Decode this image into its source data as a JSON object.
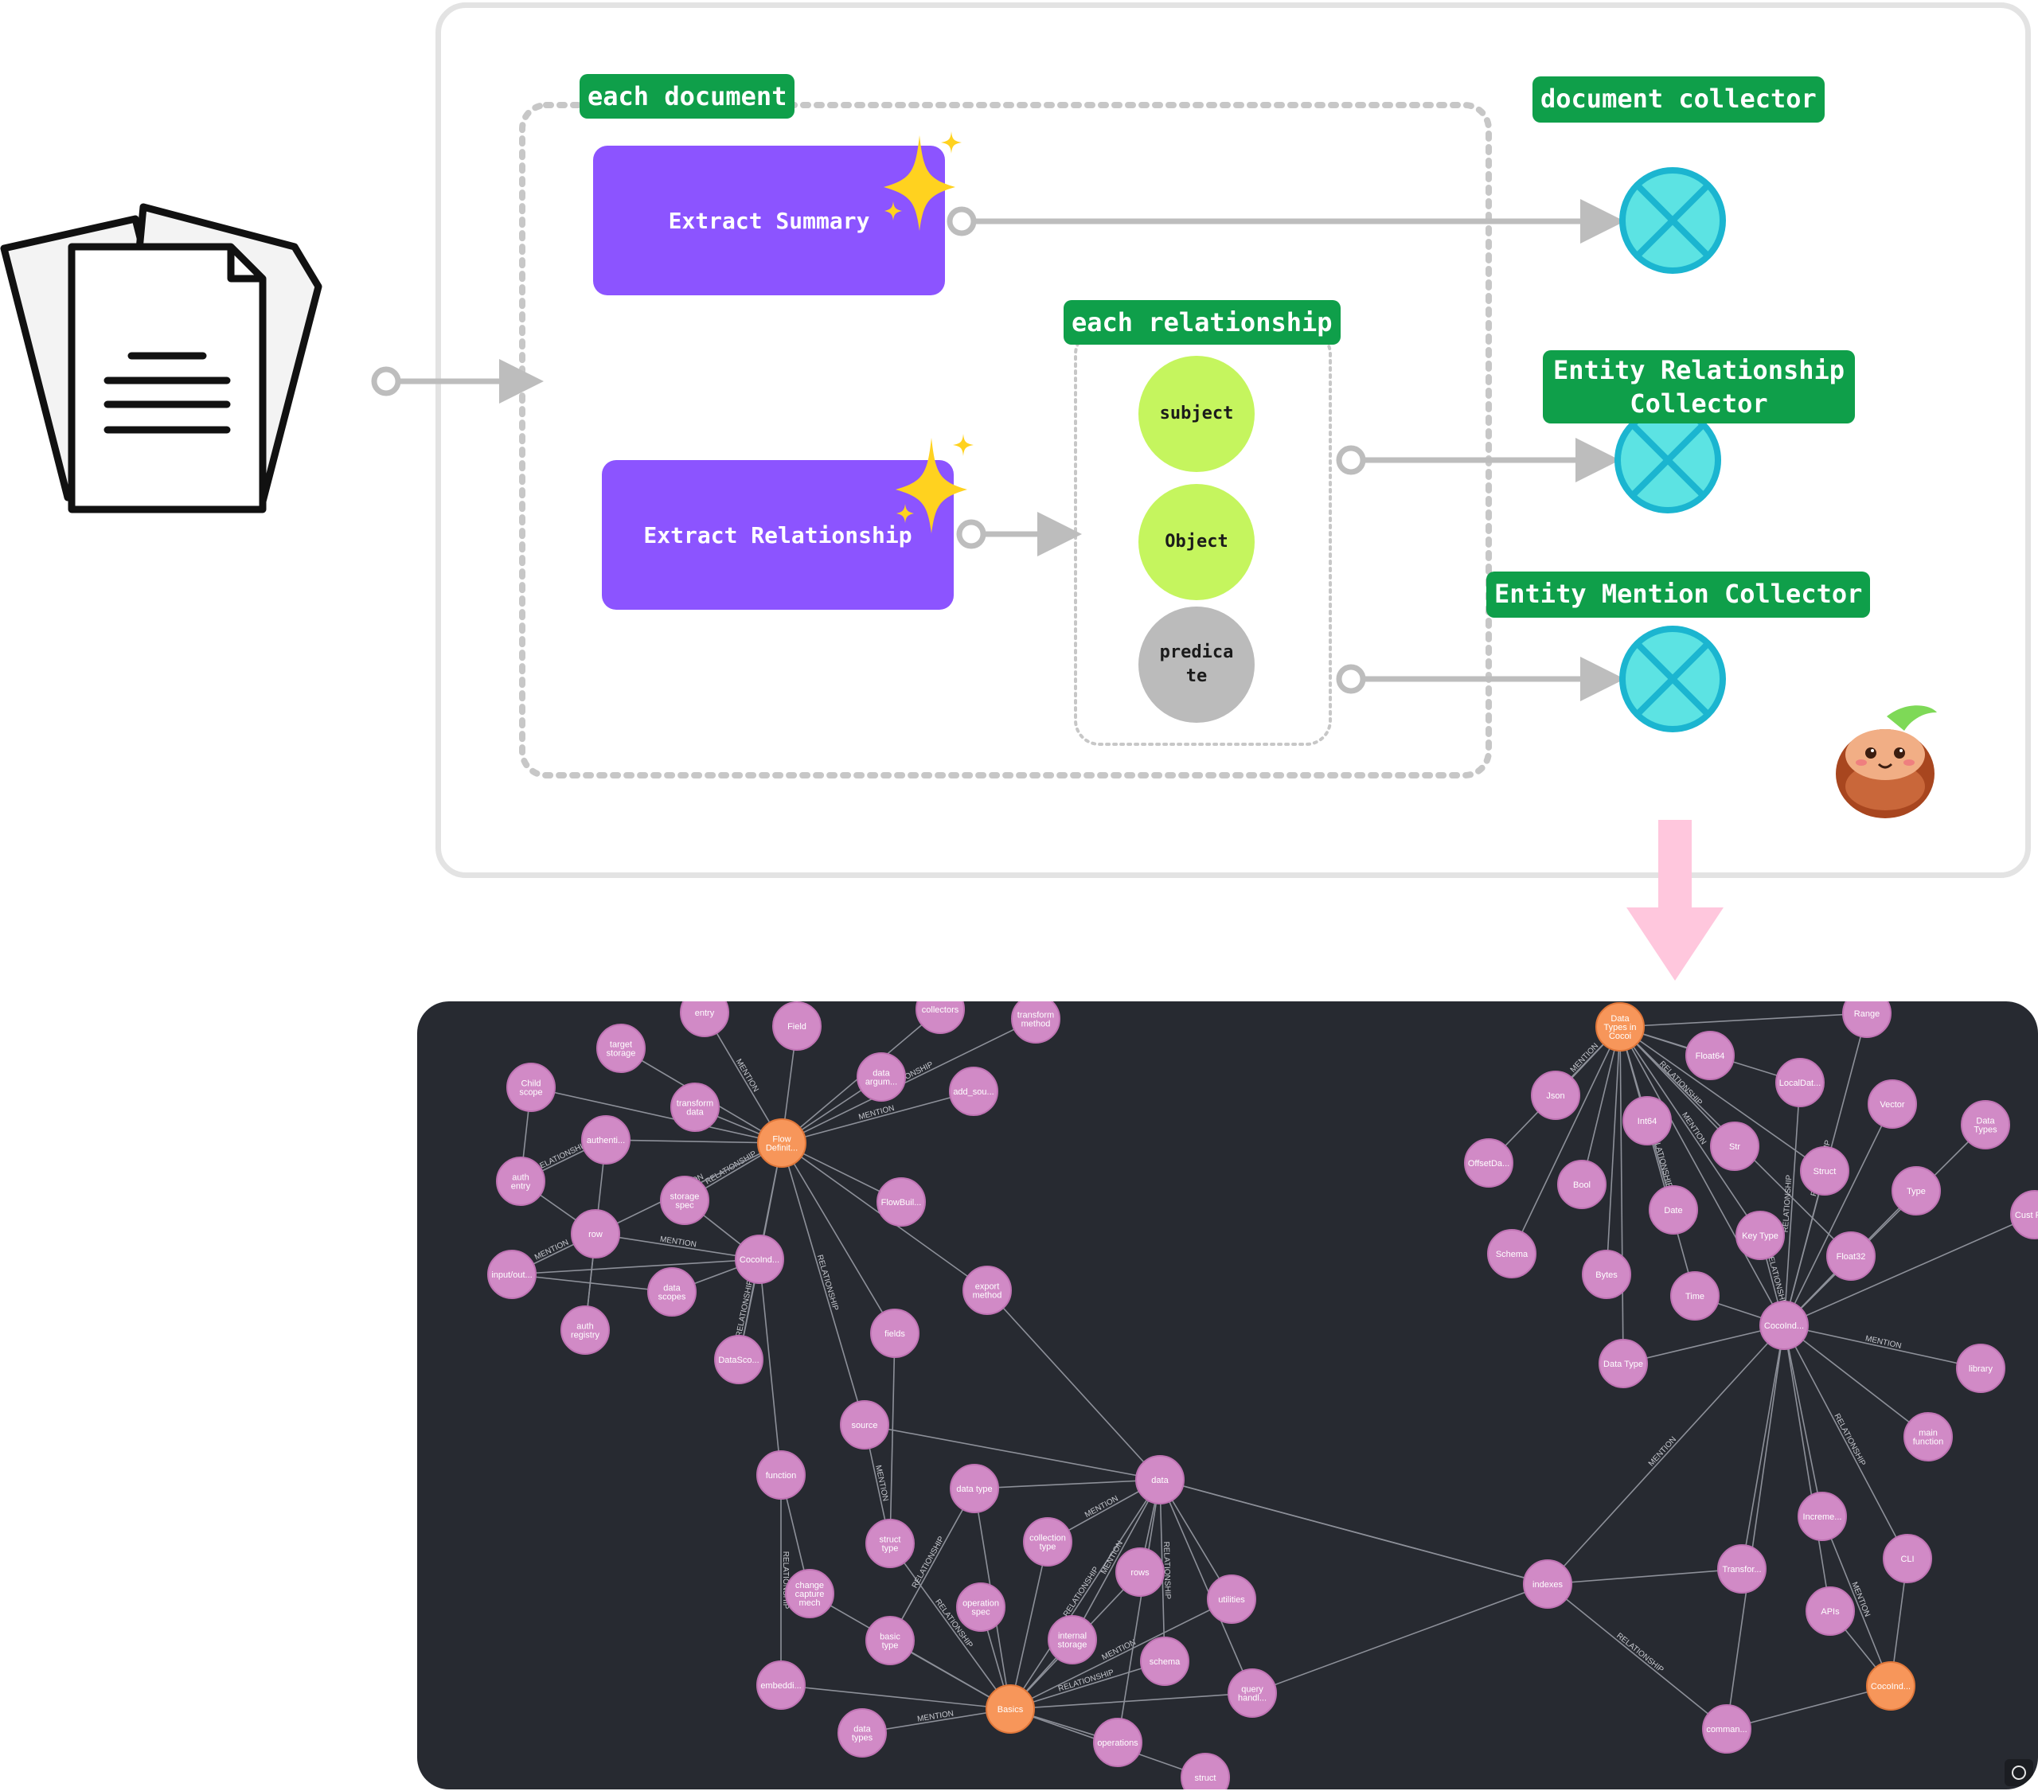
{
  "diagram": {
    "labels": {
      "each_document": "each document",
      "document_collector": "document collector",
      "each_relationship": "each relationship",
      "entity_relationship_collector": "Entity Relationship Collector",
      "entity_mention_collector": "Entity Mention Collector"
    },
    "boxes": {
      "extract_summary": "Extract Summary",
      "extract_relationship": "Extract Relationship"
    },
    "fields": {
      "subject": "subject",
      "object": "Object",
      "predicate": "predicate"
    },
    "colors": {
      "tag_green": "#0f9f4a",
      "box_purple": "#8c54ff",
      "field_green": "#c5f55e",
      "field_gray": "#bbbbbb",
      "collector_cyan": "#5ce3e3",
      "arrow_gray": "#bdbdbd",
      "flow_pink": "#ffc7dd",
      "sparkle_yellow": "#ffd21f"
    },
    "icons": [
      "documents-icon",
      "sparkle-icon",
      "collector-icon",
      "coconut-mascot-icon"
    ]
  },
  "graph": {
    "colors": {
      "background": "#272a31",
      "entity_node": "#d18ac6",
      "hub_node": "#f7965a",
      "edge": "#8d9099"
    },
    "edge_labels": [
      "MENTION",
      "RELATIONSHIP"
    ],
    "hub_nodes": [
      {
        "id": "flow_def",
        "label": "Flow Definit..."
      },
      {
        "id": "basics",
        "label": "Basics"
      },
      {
        "id": "data_types_in_cocoi",
        "label": "Data Types in Cocoi"
      },
      {
        "id": "cocoind_hub",
        "label": "CocoInd..."
      }
    ],
    "nodes": [
      {
        "id": "entry",
        "label": "entry"
      },
      {
        "id": "field",
        "label": "Field"
      },
      {
        "id": "collectors",
        "label": "collectors"
      },
      {
        "id": "transform_method",
        "label": "transform method"
      },
      {
        "id": "target_storage",
        "label": "target storage"
      },
      {
        "id": "child_scope",
        "label": "Child scope"
      },
      {
        "id": "data_argum",
        "label": "data argum..."
      },
      {
        "id": "add_sou",
        "label": "add_sou..."
      },
      {
        "id": "transform_data",
        "label": "transform data"
      },
      {
        "id": "authenti",
        "label": "authenti..."
      },
      {
        "id": "auth_entry",
        "label": "auth entry"
      },
      {
        "id": "storage_spec",
        "label": "storage spec"
      },
      {
        "id": "flowbuil",
        "label": "FlowBuil..."
      },
      {
        "id": "row",
        "label": "row"
      },
      {
        "id": "cocoind_a",
        "label": "CocoInd..."
      },
      {
        "id": "input_out",
        "label": "input/out..."
      },
      {
        "id": "data_scopes",
        "label": "data scopes"
      },
      {
        "id": "export_method",
        "label": "export method"
      },
      {
        "id": "auth_registry",
        "label": "auth registry"
      },
      {
        "id": "fields",
        "label": "fields"
      },
      {
        "id": "datasco",
        "label": "DataSco..."
      },
      {
        "id": "source",
        "label": "source"
      },
      {
        "id": "function",
        "label": "function"
      },
      {
        "id": "data_type",
        "label": "data type"
      },
      {
        "id": "data",
        "label": "data"
      },
      {
        "id": "collection_type",
        "label": "collection type"
      },
      {
        "id": "struct_type",
        "label": "struct type"
      },
      {
        "id": "rows",
        "label": "rows"
      },
      {
        "id": "change_capture",
        "label": "change capture mech"
      },
      {
        "id": "operation_spec",
        "label": "operation spec"
      },
      {
        "id": "utilities",
        "label": "utilities"
      },
      {
        "id": "internal_storage",
        "label": "internal storage"
      },
      {
        "id": "basic_type",
        "label": "basic type"
      },
      {
        "id": "schema",
        "label": "schema"
      },
      {
        "id": "embeddi",
        "label": "embeddi..."
      },
      {
        "id": "query_handl",
        "label": "query handl..."
      },
      {
        "id": "data_types",
        "label": "data types"
      },
      {
        "id": "operations",
        "label": "operations"
      },
      {
        "id": "struct",
        "label": "struct"
      },
      {
        "id": "indexes",
        "label": "indexes"
      },
      {
        "id": "range",
        "label": "Range"
      },
      {
        "id": "float64",
        "label": "Float64"
      },
      {
        "id": "localdat",
        "label": "LocalDat..."
      },
      {
        "id": "json",
        "label": "Json"
      },
      {
        "id": "vector",
        "label": "Vector"
      },
      {
        "id": "int64",
        "label": "Int64"
      },
      {
        "id": "data_types_cap",
        "label": "Data Types"
      },
      {
        "id": "offsetda",
        "label": "OffsetDa..."
      },
      {
        "id": "str",
        "label": "Str"
      },
      {
        "id": "struct_cap",
        "label": "Struct"
      },
      {
        "id": "bool",
        "label": "Bool"
      },
      {
        "id": "type",
        "label": "Type"
      },
      {
        "id": "cust_func",
        "label": "Cust Func"
      },
      {
        "id": "date",
        "label": "Date"
      },
      {
        "id": "key_type",
        "label": "Key Type"
      },
      {
        "id": "schema_cap",
        "label": "Schema"
      },
      {
        "id": "float32",
        "label": "Float32"
      },
      {
        "id": "bytes",
        "label": "Bytes"
      },
      {
        "id": "time",
        "label": "Time"
      },
      {
        "id": "cocoind_b",
        "label": "CocoInd..."
      },
      {
        "id": "data_type_cap",
        "label": "Data Type"
      },
      {
        "id": "library",
        "label": "library"
      },
      {
        "id": "main_function",
        "label": "main function"
      },
      {
        "id": "increme",
        "label": "Increme..."
      },
      {
        "id": "cli",
        "label": "CLI"
      },
      {
        "id": "transfor",
        "label": "Transfor..."
      },
      {
        "id": "apis",
        "label": "APIs"
      },
      {
        "id": "comman",
        "label": "comman..."
      }
    ],
    "edges": [
      [
        "flow_def",
        "entry"
      ],
      [
        "flow_def",
        "field"
      ],
      [
        "flow_def",
        "collectors"
      ],
      [
        "flow_def",
        "transform_method"
      ],
      [
        "flow_def",
        "target_storage"
      ],
      [
        "flow_def",
        "data_argum"
      ],
      [
        "flow_def",
        "add_sou"
      ],
      [
        "flow_def",
        "transform_data"
      ],
      [
        "flow_def",
        "authenti"
      ],
      [
        "flow_def",
        "storage_spec"
      ],
      [
        "flow_def",
        "flowbuil"
      ],
      [
        "flow_def",
        "cocoind_a"
      ],
      [
        "flow_def",
        "row"
      ],
      [
        "flow_def",
        "export_method"
      ],
      [
        "flow_def",
        "fields"
      ],
      [
        "flow_def",
        "source"
      ],
      [
        "flow_def",
        "datasco"
      ],
      [
        "flow_def",
        "child_scope"
      ],
      [
        "cocoind_a",
        "row"
      ],
      [
        "cocoind_a",
        "input_out"
      ],
      [
        "cocoind_a",
        "data_scopes"
      ],
      [
        "cocoind_a",
        "datasco"
      ],
      [
        "cocoind_a",
        "storage_spec"
      ],
      [
        "cocoind_a",
        "function"
      ],
      [
        "row",
        "input_out"
      ],
      [
        "row",
        "auth_entry"
      ],
      [
        "row",
        "auth_registry"
      ],
      [
        "auth_entry",
        "authenti"
      ],
      [
        "child_scope",
        "auth_entry"
      ],
      [
        "input_out",
        "data_scopes"
      ],
      [
        "auth_registry",
        "authenti"
      ],
      [
        "export_method",
        "data"
      ],
      [
        "source",
        "data"
      ],
      [
        "function",
        "embeddi"
      ],
      [
        "function",
        "change_capture"
      ],
      [
        "fields",
        "struct_type"
      ],
      [
        "source",
        "struct_type"
      ],
      [
        "basics",
        "data_type"
      ],
      [
        "basics",
        "collection_type"
      ],
      [
        "basics",
        "struct_type"
      ],
      [
        "basics",
        "rows"
      ],
      [
        "basics",
        "operation_spec"
      ],
      [
        "basics",
        "utilities"
      ],
      [
        "basics",
        "internal_storage"
      ],
      [
        "basics",
        "basic_type"
      ],
      [
        "basics",
        "schema"
      ],
      [
        "basics",
        "embeddi"
      ],
      [
        "basics",
        "query_handl"
      ],
      [
        "basics",
        "data_types"
      ],
      [
        "basics",
        "operations"
      ],
      [
        "basics",
        "struct"
      ],
      [
        "basics",
        "data"
      ],
      [
        "basics",
        "change_capture"
      ],
      [
        "data",
        "data_type"
      ],
      [
        "data",
        "collection_type"
      ],
      [
        "data",
        "rows"
      ],
      [
        "data",
        "utilities"
      ],
      [
        "data",
        "schema"
      ],
      [
        "data",
        "query_handl"
      ],
      [
        "data",
        "operations"
      ],
      [
        "data",
        "internal_storage"
      ],
      [
        "data",
        "indexes"
      ],
      [
        "query_handl",
        "indexes"
      ],
      [
        "data_type",
        "basic_type"
      ],
      [
        "data_types_in_cocoi",
        "range"
      ],
      [
        "data_types_in_cocoi",
        "float64"
      ],
      [
        "data_types_in_cocoi",
        "json"
      ],
      [
        "data_types_in_cocoi",
        "int64"
      ],
      [
        "data_types_in_cocoi",
        "offsetda"
      ],
      [
        "data_types_in_cocoi",
        "str"
      ],
      [
        "data_types_in_cocoi",
        "bool"
      ],
      [
        "data_types_in_cocoi",
        "date"
      ],
      [
        "data_types_in_cocoi",
        "key_type"
      ],
      [
        "data_types_in_cocoi",
        "schema_cap"
      ],
      [
        "data_types_in_cocoi",
        "bytes"
      ],
      [
        "data_types_in_cocoi",
        "time"
      ],
      [
        "data_types_in_cocoi",
        "localdat"
      ],
      [
        "data_types_in_cocoi",
        "struct_cap"
      ],
      [
        "data_types_in_cocoi",
        "float32"
      ],
      [
        "data_types_in_cocoi",
        "data_type_cap"
      ],
      [
        "data_types_in_cocoi",
        "cocoind_b"
      ],
      [
        "cocoind_b",
        "localdat"
      ],
      [
        "cocoind_b",
        "vector"
      ],
      [
        "cocoind_b",
        "data_types_cap"
      ],
      [
        "cocoind_b",
        "type"
      ],
      [
        "cocoind_b",
        "struct_cap"
      ],
      [
        "cocoind_b",
        "float32"
      ],
      [
        "cocoind_b",
        "key_type"
      ],
      [
        "cocoind_b",
        "time"
      ],
      [
        "cocoind_b",
        "data_type_cap"
      ],
      [
        "cocoind_b",
        "library"
      ],
      [
        "cocoind_b",
        "main_function"
      ],
      [
        "cocoind_b",
        "increme"
      ],
      [
        "cocoind_b",
        "cli"
      ],
      [
        "cocoind_b",
        "transfor"
      ],
      [
        "cocoind_b",
        "apis"
      ],
      [
        "cocoind_b",
        "indexes"
      ],
      [
        "cocoind_b",
        "comman"
      ],
      [
        "cocoind_b",
        "cust_func"
      ],
      [
        "cocoind_b",
        "range"
      ],
      [
        "cocoind_hub",
        "cli"
      ],
      [
        "cocoind_hub",
        "apis"
      ],
      [
        "cocoind_hub",
        "increme"
      ],
      [
        "cocoind_hub",
        "comman"
      ],
      [
        "indexes",
        "transfor"
      ],
      [
        "indexes",
        "comman"
      ],
      [
        "indexes",
        "data"
      ]
    ]
  }
}
